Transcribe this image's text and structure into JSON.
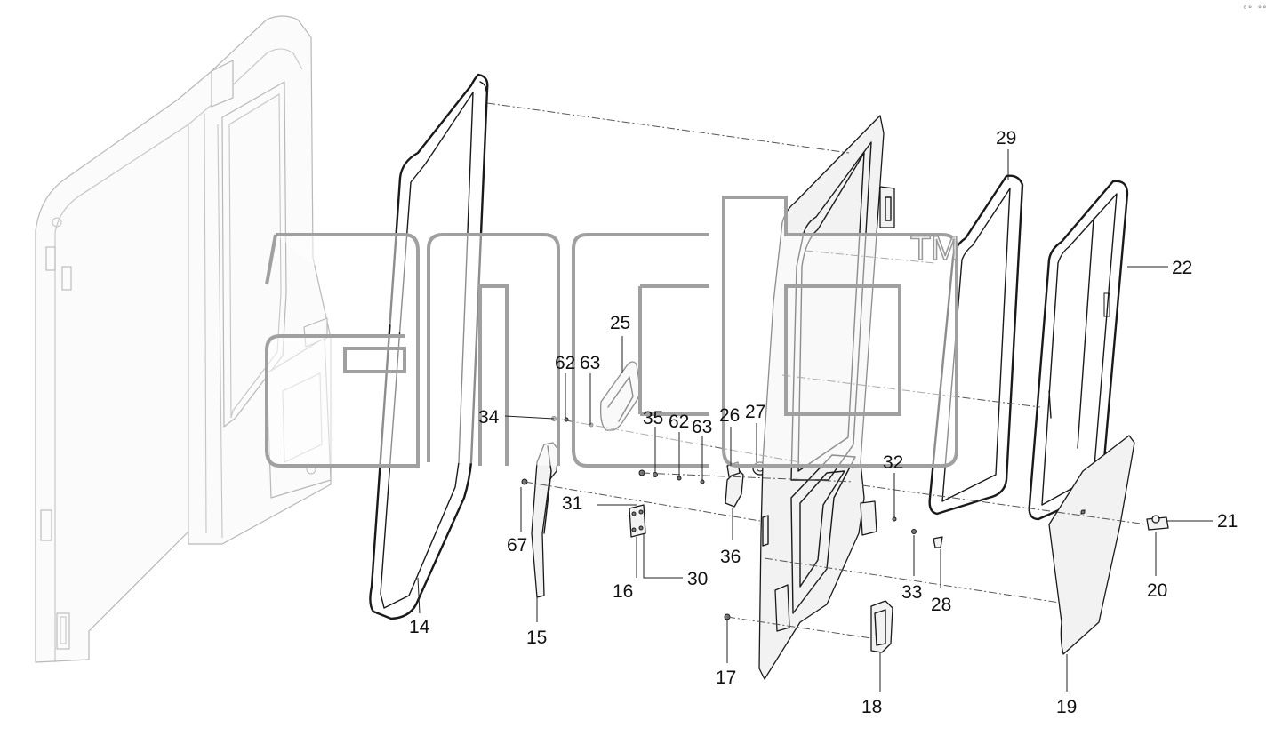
{
  "corner_mark": "⁰° °°°",
  "watermark": {
    "trademark": "TM"
  },
  "callouts": [
    "14",
    "15",
    "16",
    "17",
    "18",
    "19",
    "20",
    "21",
    "22",
    "25",
    "26",
    "27",
    "28",
    "29",
    "30",
    "31",
    "32",
    "33",
    "34",
    "35",
    "36",
    "62",
    "63",
    "62",
    "63",
    "67"
  ]
}
